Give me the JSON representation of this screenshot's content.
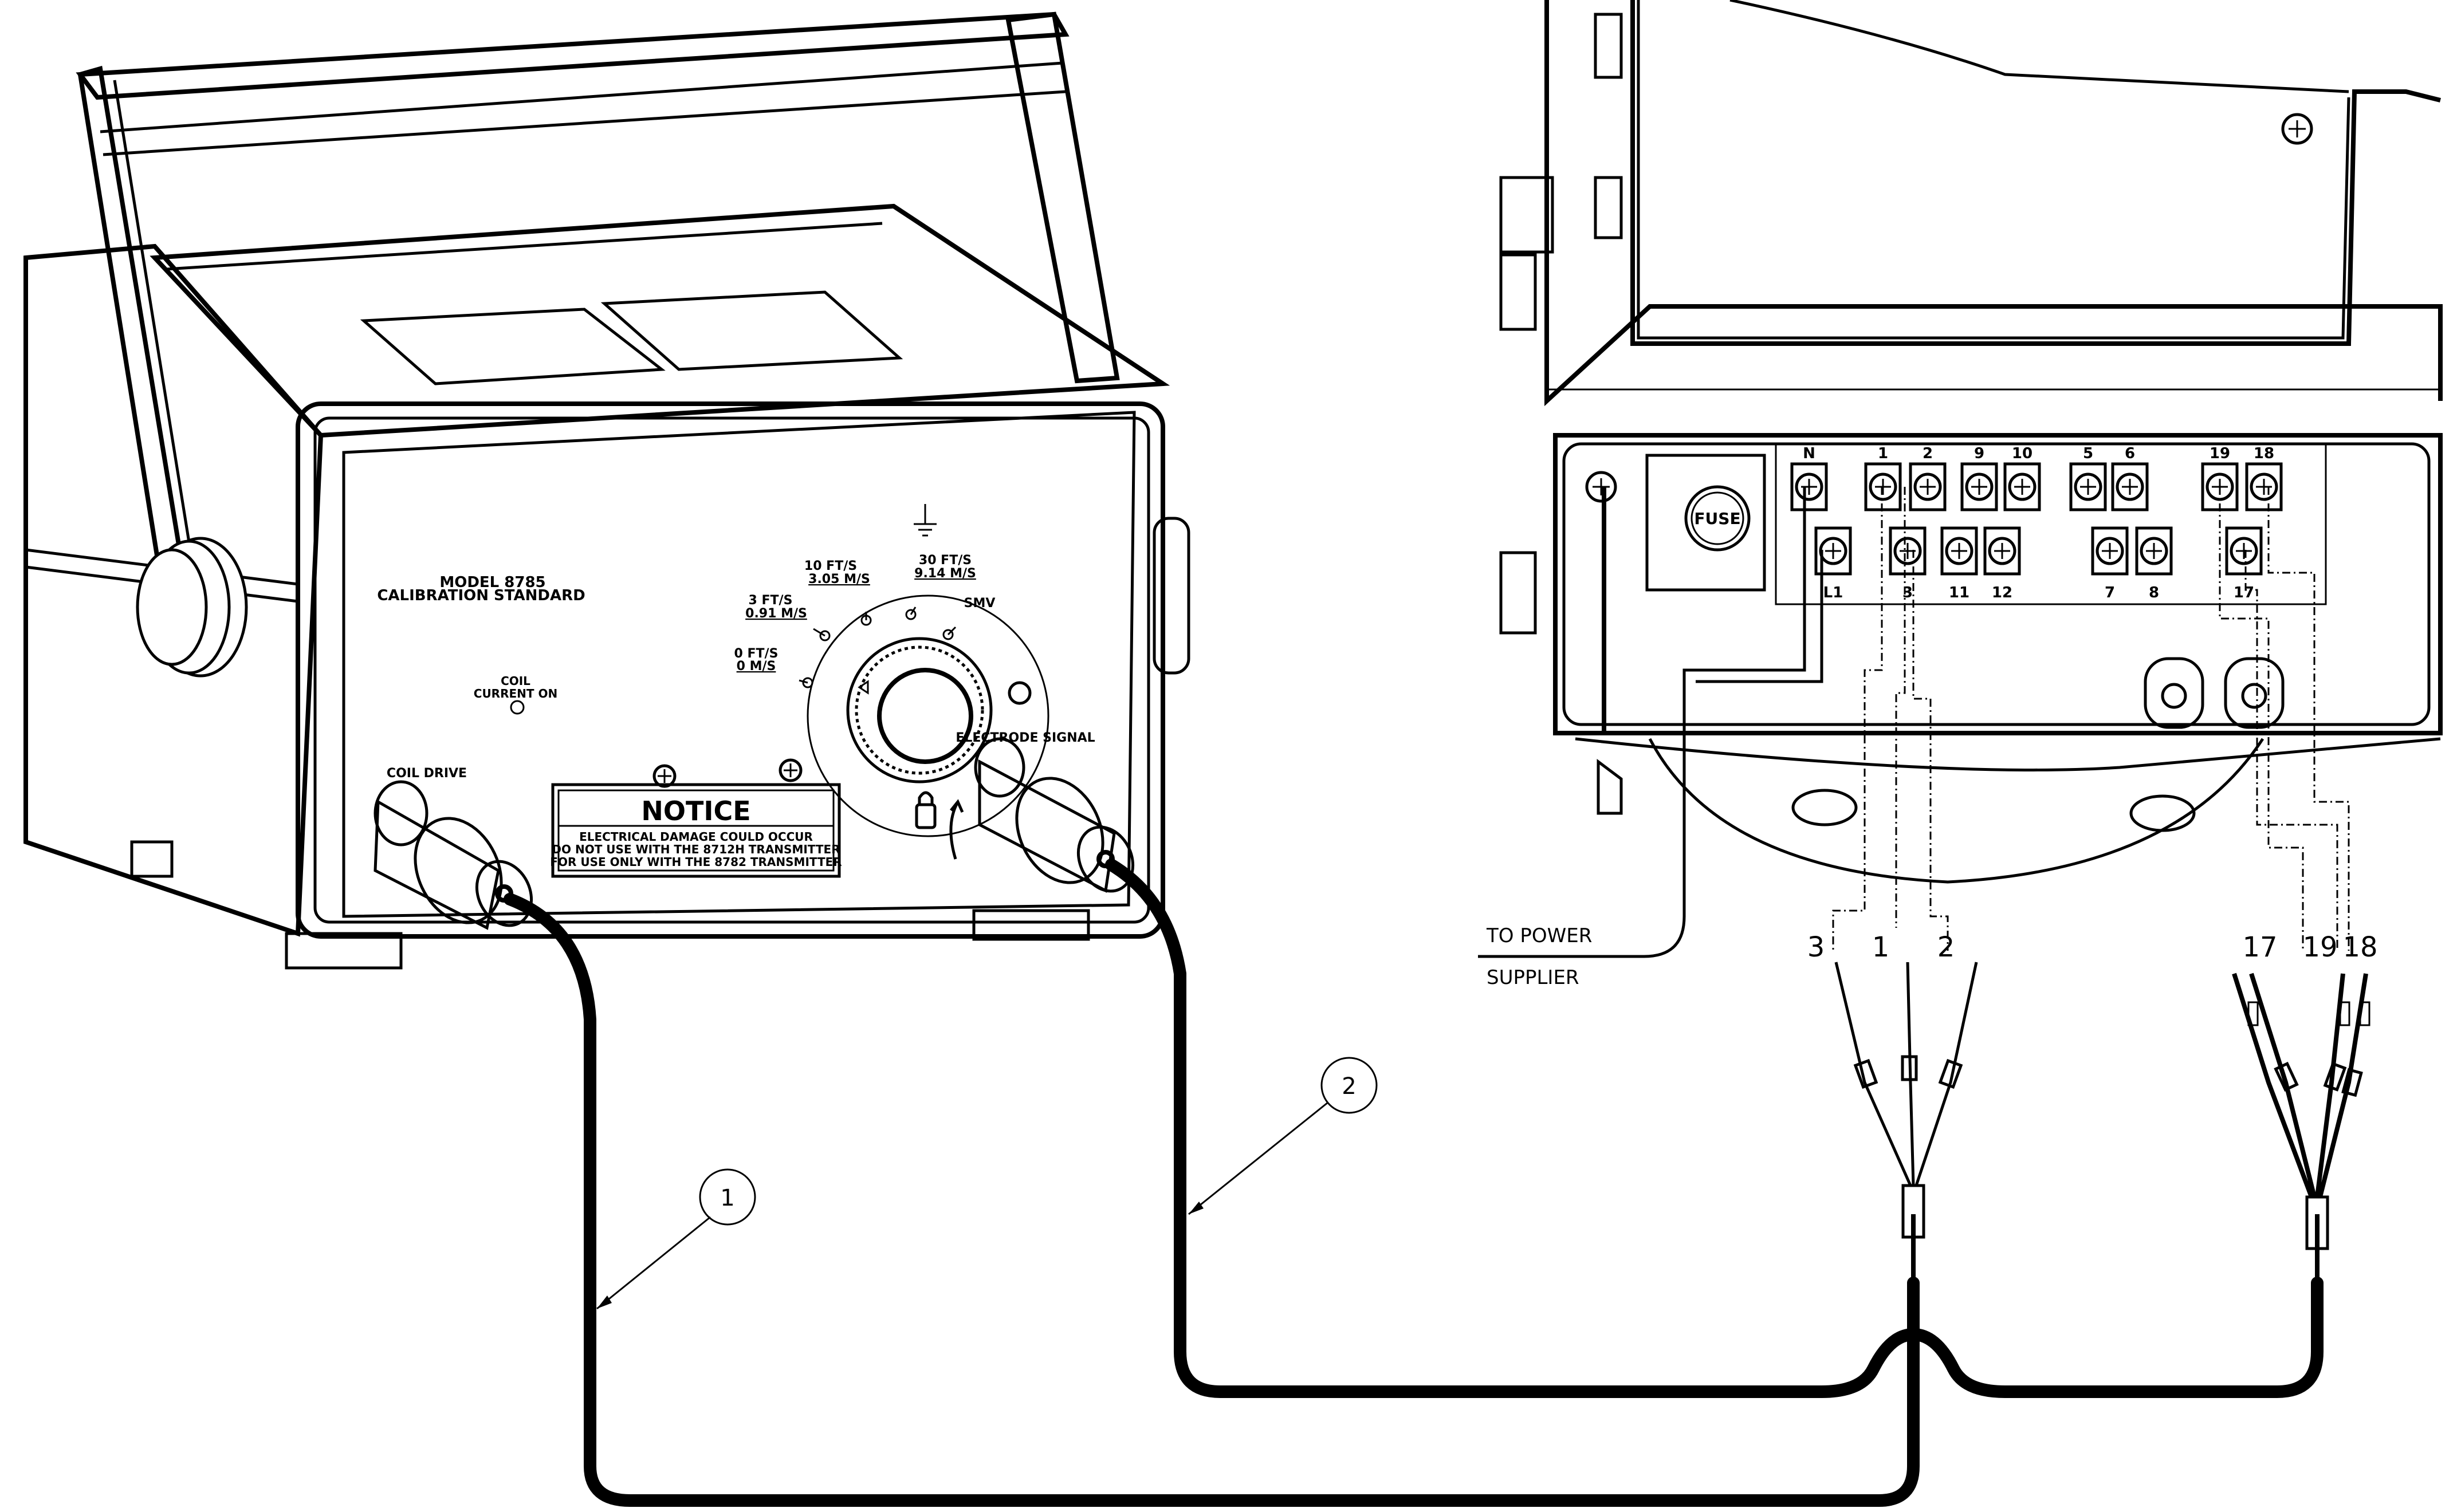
{
  "device": {
    "model_line1": "MODEL 8785",
    "model_line2": "CALIBRATION STANDARD",
    "coil_line1": "COIL",
    "coil_line2": "CURRENT ON",
    "coil_drive": "COIL DRIVE",
    "electrode_signal": "ELECTRODE SIGNAL",
    "dial": {
      "pos0_a": "0 FT/S",
      "pos0_b": "0 M/S",
      "pos3_a": "3 FT/S",
      "pos3_b": "0.91 M/S",
      "pos10_a": "10 FT/S",
      "pos10_b": "3.05 M/S",
      "pos30_a": "30 FT/S",
      "pos30_b": "9.14 M/S",
      "smv": "SMV"
    },
    "notice": {
      "title": "NOTICE",
      "line1": "ELECTRICAL DAMAGE COULD OCCUR",
      "line2": "DO NOT USE WITH THE 8712H TRANSMITTER",
      "line3": "FOR USE ONLY WITH THE 8782 TRANSMITTER"
    }
  },
  "transmitter": {
    "fuse": "FUSE",
    "top_terminals": [
      "N",
      "1",
      "2",
      "9",
      "10",
      "5",
      "6",
      "19",
      "18"
    ],
    "bottom_terminals": [
      "L1",
      "3",
      "11",
      "12",
      "7",
      "8",
      "17"
    ],
    "power_line1": "TO POWER",
    "power_line2": "SUPPLIER"
  },
  "wire_labels": {
    "coil": [
      "3",
      "1",
      "2"
    ],
    "electrode": [
      "17",
      "19",
      "18"
    ]
  },
  "callouts": [
    "1",
    "2"
  ]
}
